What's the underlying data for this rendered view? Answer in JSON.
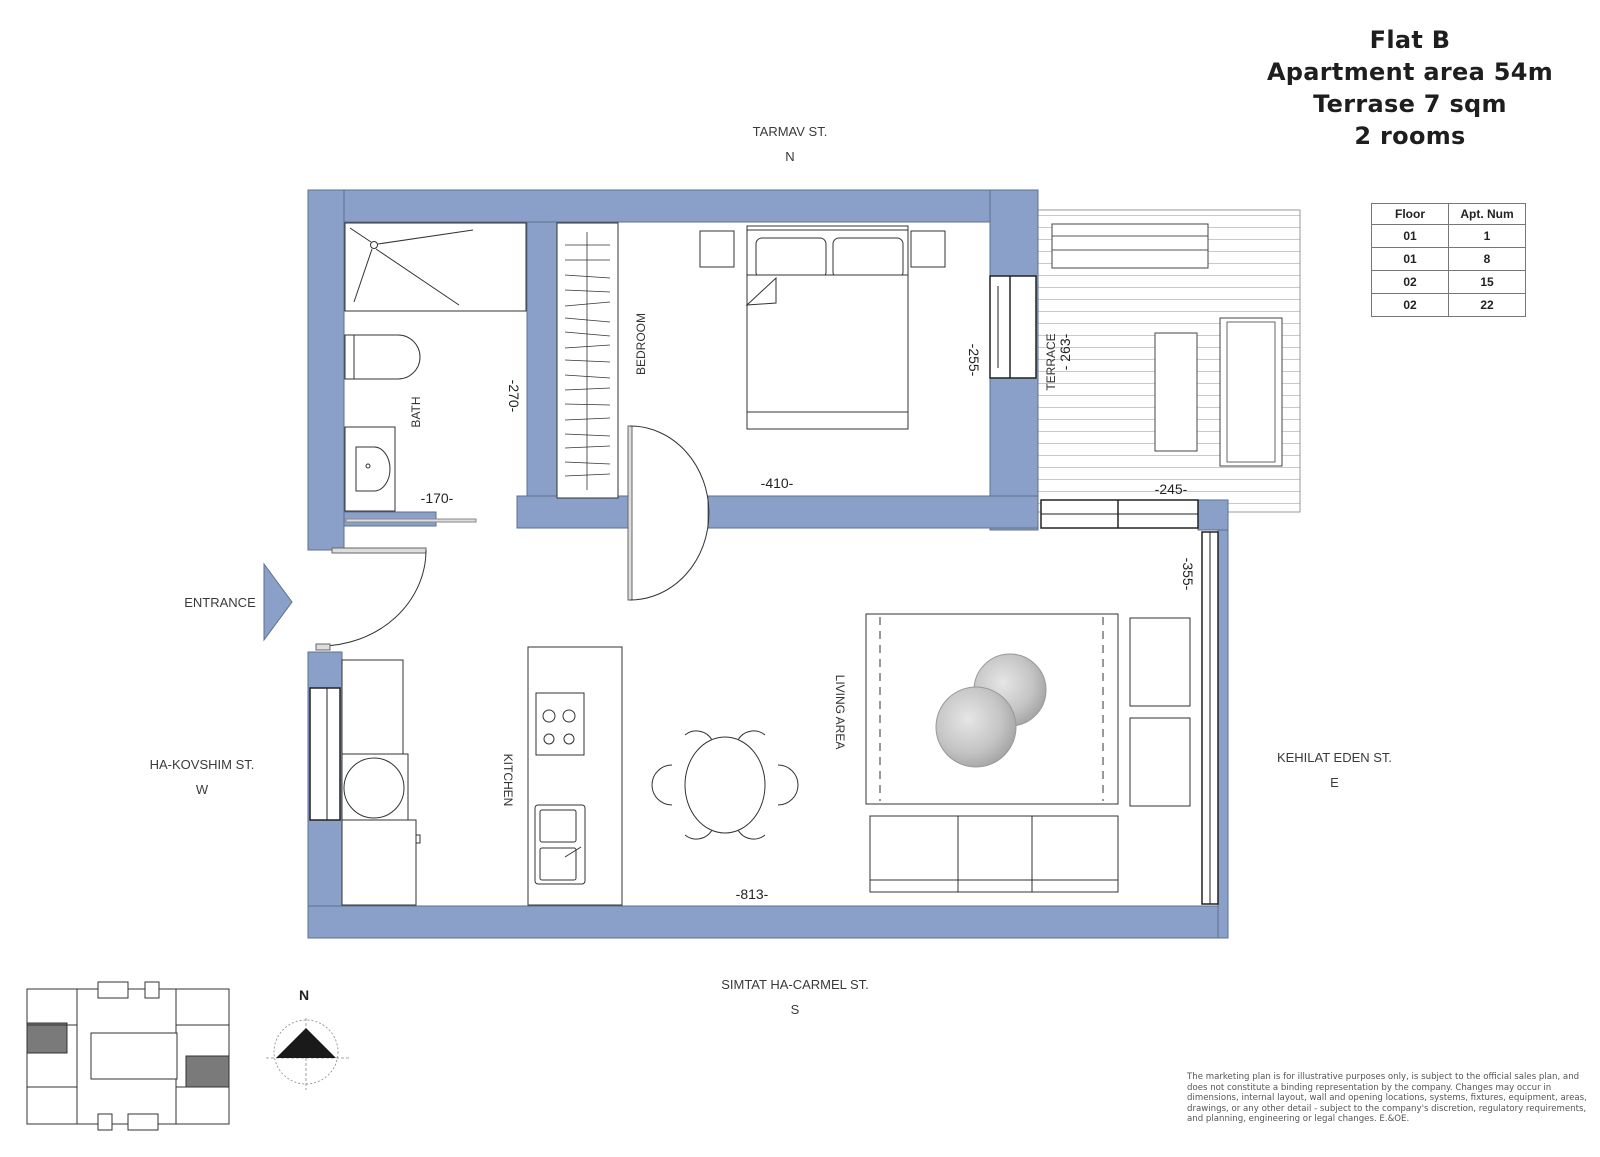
{
  "header": {
    "flat_name": "Flat B",
    "apartment_area": "Apartment area 54m",
    "terrace_area": "Terrase  7  sqm",
    "rooms": "2 rooms"
  },
  "apartment_table": {
    "columns": [
      "Floor",
      "Apt. Num"
    ],
    "rows": [
      {
        "floor": "01",
        "apt": "1"
      },
      {
        "floor": "01",
        "apt": "8"
      },
      {
        "floor": "02",
        "apt": "15"
      },
      {
        "floor": "02",
        "apt": "22"
      }
    ]
  },
  "streets": {
    "north": {
      "name": "TARMAV ST.",
      "dir": "N"
    },
    "south": {
      "name": "SIMTAT HA-CARMEL ST.",
      "dir": "S"
    },
    "west": {
      "name": "HA-KOVSHIM ST.",
      "dir": "W"
    },
    "east": {
      "name": "KEHILAT EDEN ST.",
      "dir": "E"
    }
  },
  "entrance_label": "ENTRANCE",
  "rooms": {
    "bath": "BATH",
    "bedroom": "BEDROOM",
    "terrace": "TERRACE",
    "kitchen": "KITCHEN",
    "living": "LIVING AREA"
  },
  "dimensions": {
    "bath_width": "-170-",
    "bath_length": "-270-",
    "bedroom_width": "-410-",
    "bedroom_length": "-255-",
    "terrace_length": "- 263-",
    "terrace_width": "-245-",
    "living_length": "-355-",
    "living_width": "-813-"
  },
  "compass": {
    "label": "N"
  },
  "colors": {
    "wall": "#8aa0c8",
    "wall_stroke": "#5d6f91",
    "line": "#333333",
    "keyplan_fill": "#7a7a7a"
  },
  "disclaimer": "The marketing plan is for illustrative purposes only, is subject to the official sales plan, and does not constitute a binding representation by the company. Changes may occur in dimensions, internal layout, wall and opening locations, systems, fixtures, equipment, areas, drawings, or any other detail - subject to the company's discretion, regulatory requirements, and planning, engineering or legal changes. E.&OE."
}
